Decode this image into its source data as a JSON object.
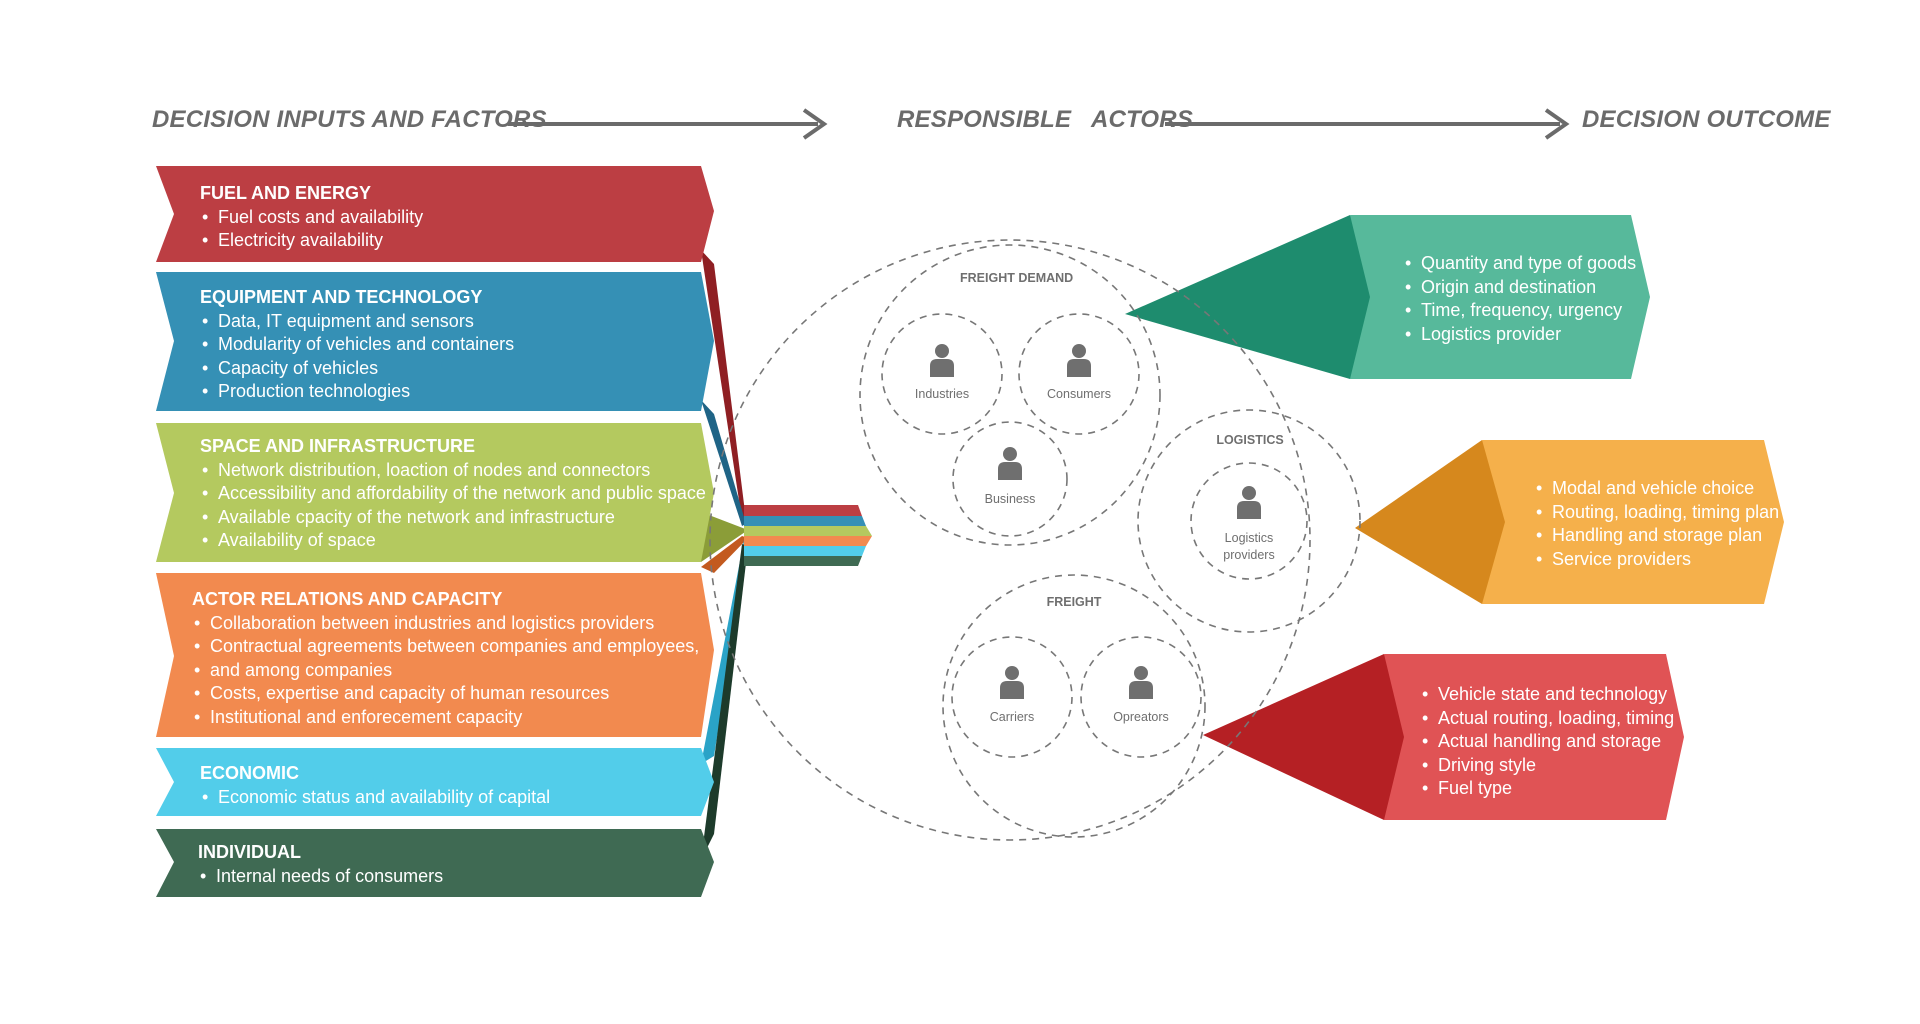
{
  "headers": {
    "inputs": "DECISION INPUTS AND FACTORS",
    "actors": "RESPONSIBLE   ACTORS",
    "outcome": "DECISION OUTCOME"
  },
  "colors": {
    "fuel": "#bc3e43",
    "equipment": "#3590b5",
    "space": "#b4c95f",
    "actor_relations": "#f28a4f",
    "economic": "#52cdea",
    "individual": "#3f6a53",
    "outcome_demand": "#57b99b",
    "outcome_logistics": "#f5b04b",
    "outcome_freight": "#e05355",
    "arrow_gray": "#6b6b6b"
  },
  "inputs": [
    {
      "title": "FUEL AND ENERGY",
      "items": [
        "Fuel costs and availability",
        "Electricity availability"
      ]
    },
    {
      "title": "EQUIPMENT AND TECHNOLOGY",
      "items": [
        "Data, IT equipment and sensors",
        "Modularity of vehicles and containers",
        "Capacity of vehicles",
        "Production technologies"
      ]
    },
    {
      "title": "SPACE AND INFRASTRUCTURE",
      "items": [
        "Network distribution, loaction of nodes and connectors",
        "Accessibility and affordability of the network and public space",
        "Available cpacity of the network and infrastructure",
        "Availability of space"
      ]
    },
    {
      "title": "ACTOR RELATIONS AND CAPACITY",
      "items": [
        "Collaboration between industries and logistics providers",
        "Contractual agreements between companies and employees,",
        "and among companies",
        "Costs, expertise and capacity of human resources",
        "Institutional and enforecement capacity"
      ]
    },
    {
      "title": "ECONOMIC",
      "items": [
        "Economic status and availability of capital"
      ]
    },
    {
      "title": "INDIVIDUAL",
      "items": [
        "Internal needs of consumers"
      ]
    }
  ],
  "actors": {
    "freight_demand": {
      "label": "FREIGHT DEMAND",
      "members": [
        "Industries",
        "Consumers",
        "Business"
      ]
    },
    "logistics": {
      "label": "LOGISTICS",
      "members": [
        "Logistics providers"
      ]
    },
    "freight": {
      "label": "FREIGHT",
      "members": [
        "Carriers",
        "Opreators"
      ]
    },
    "icon": "person-icon"
  },
  "outcomes": [
    {
      "items": [
        "Quantity and type of goods",
        "Origin and destination",
        "Time, frequency, urgency",
        "Logistics provider"
      ]
    },
    {
      "items": [
        "Modal and vehicle choice",
        "Routing, loading, timing plan",
        "Handling and storage plan",
        "Service providers"
      ]
    },
    {
      "items": [
        "Vehicle state and technology",
        "Actual routing, loading, timing",
        "Actual handling and storage",
        "Driving style",
        "Fuel type"
      ]
    }
  ]
}
